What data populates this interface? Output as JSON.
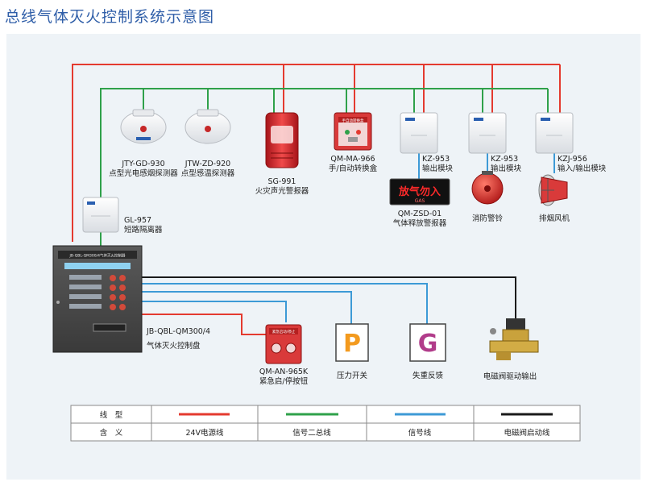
{
  "title": "总线气体灭火控制系统示意图",
  "devices": {
    "smoke_detector": {
      "model": "JTY-GD-930",
      "name": "点型光电感烟探测器"
    },
    "heat_detector": {
      "model": "JTW-ZD-920",
      "name": "点型感温探测器"
    },
    "sound_light_alarm": {
      "model": "SG-991",
      "name": "火灾声光警报器"
    },
    "manual_switch_box": {
      "model": "QM-MA-966",
      "name": "手/自动转换盒",
      "face_text": "手自动转换盒"
    },
    "output_module_1": {
      "model": "KZ-953",
      "name": "输出模块"
    },
    "output_module_2": {
      "model": "KZ-953",
      "name": "输出模块"
    },
    "io_module": {
      "model": "KZJ-956",
      "name": "输入/输出模块"
    },
    "release_alarm": {
      "model": "QM-ZSD-01",
      "name": "气体释放警报器",
      "sign_text": "放气勿入",
      "sign_sub": "GAS"
    },
    "fire_bell": {
      "name": "消防警铃"
    },
    "exhaust_fan": {
      "name": "排烟风机"
    },
    "isolator": {
      "model": "GL-957",
      "name": "短路隔离器"
    },
    "control_panel": {
      "model": "JB-QBL-QM300/4",
      "name": "气体灭火控制盘",
      "face_title": "JB-QBL-QM300/4气体灭火控制器"
    },
    "emergency_button": {
      "model": "QM-AN-965K",
      "name": "紧急启/停按钮",
      "face_text": "紧急启动/停止"
    },
    "pressure_switch": {
      "symbol": "P",
      "name": "压力开关"
    },
    "weight_feedback": {
      "symbol": "G",
      "name": "失重反馈"
    },
    "solenoid_valve": {
      "name": "电磁阀驱动输出"
    }
  },
  "legend": {
    "row1_header": "线　型",
    "row2_header": "含　义",
    "items": [
      {
        "meaning": "24V电源线",
        "color": "#e43a2f"
      },
      {
        "meaning": "信号二总线",
        "color": "#2fa14a"
      },
      {
        "meaning": "信号线",
        "color": "#3d9ad6"
      },
      {
        "meaning": "电磁阀启动线",
        "color": "#1a1a1a"
      }
    ]
  },
  "colors": {
    "power": "#e43a2f",
    "bus": "#2fa14a",
    "signal": "#3d9ad6",
    "valve": "#1a1a1a",
    "title": "#2f5ea8"
  }
}
